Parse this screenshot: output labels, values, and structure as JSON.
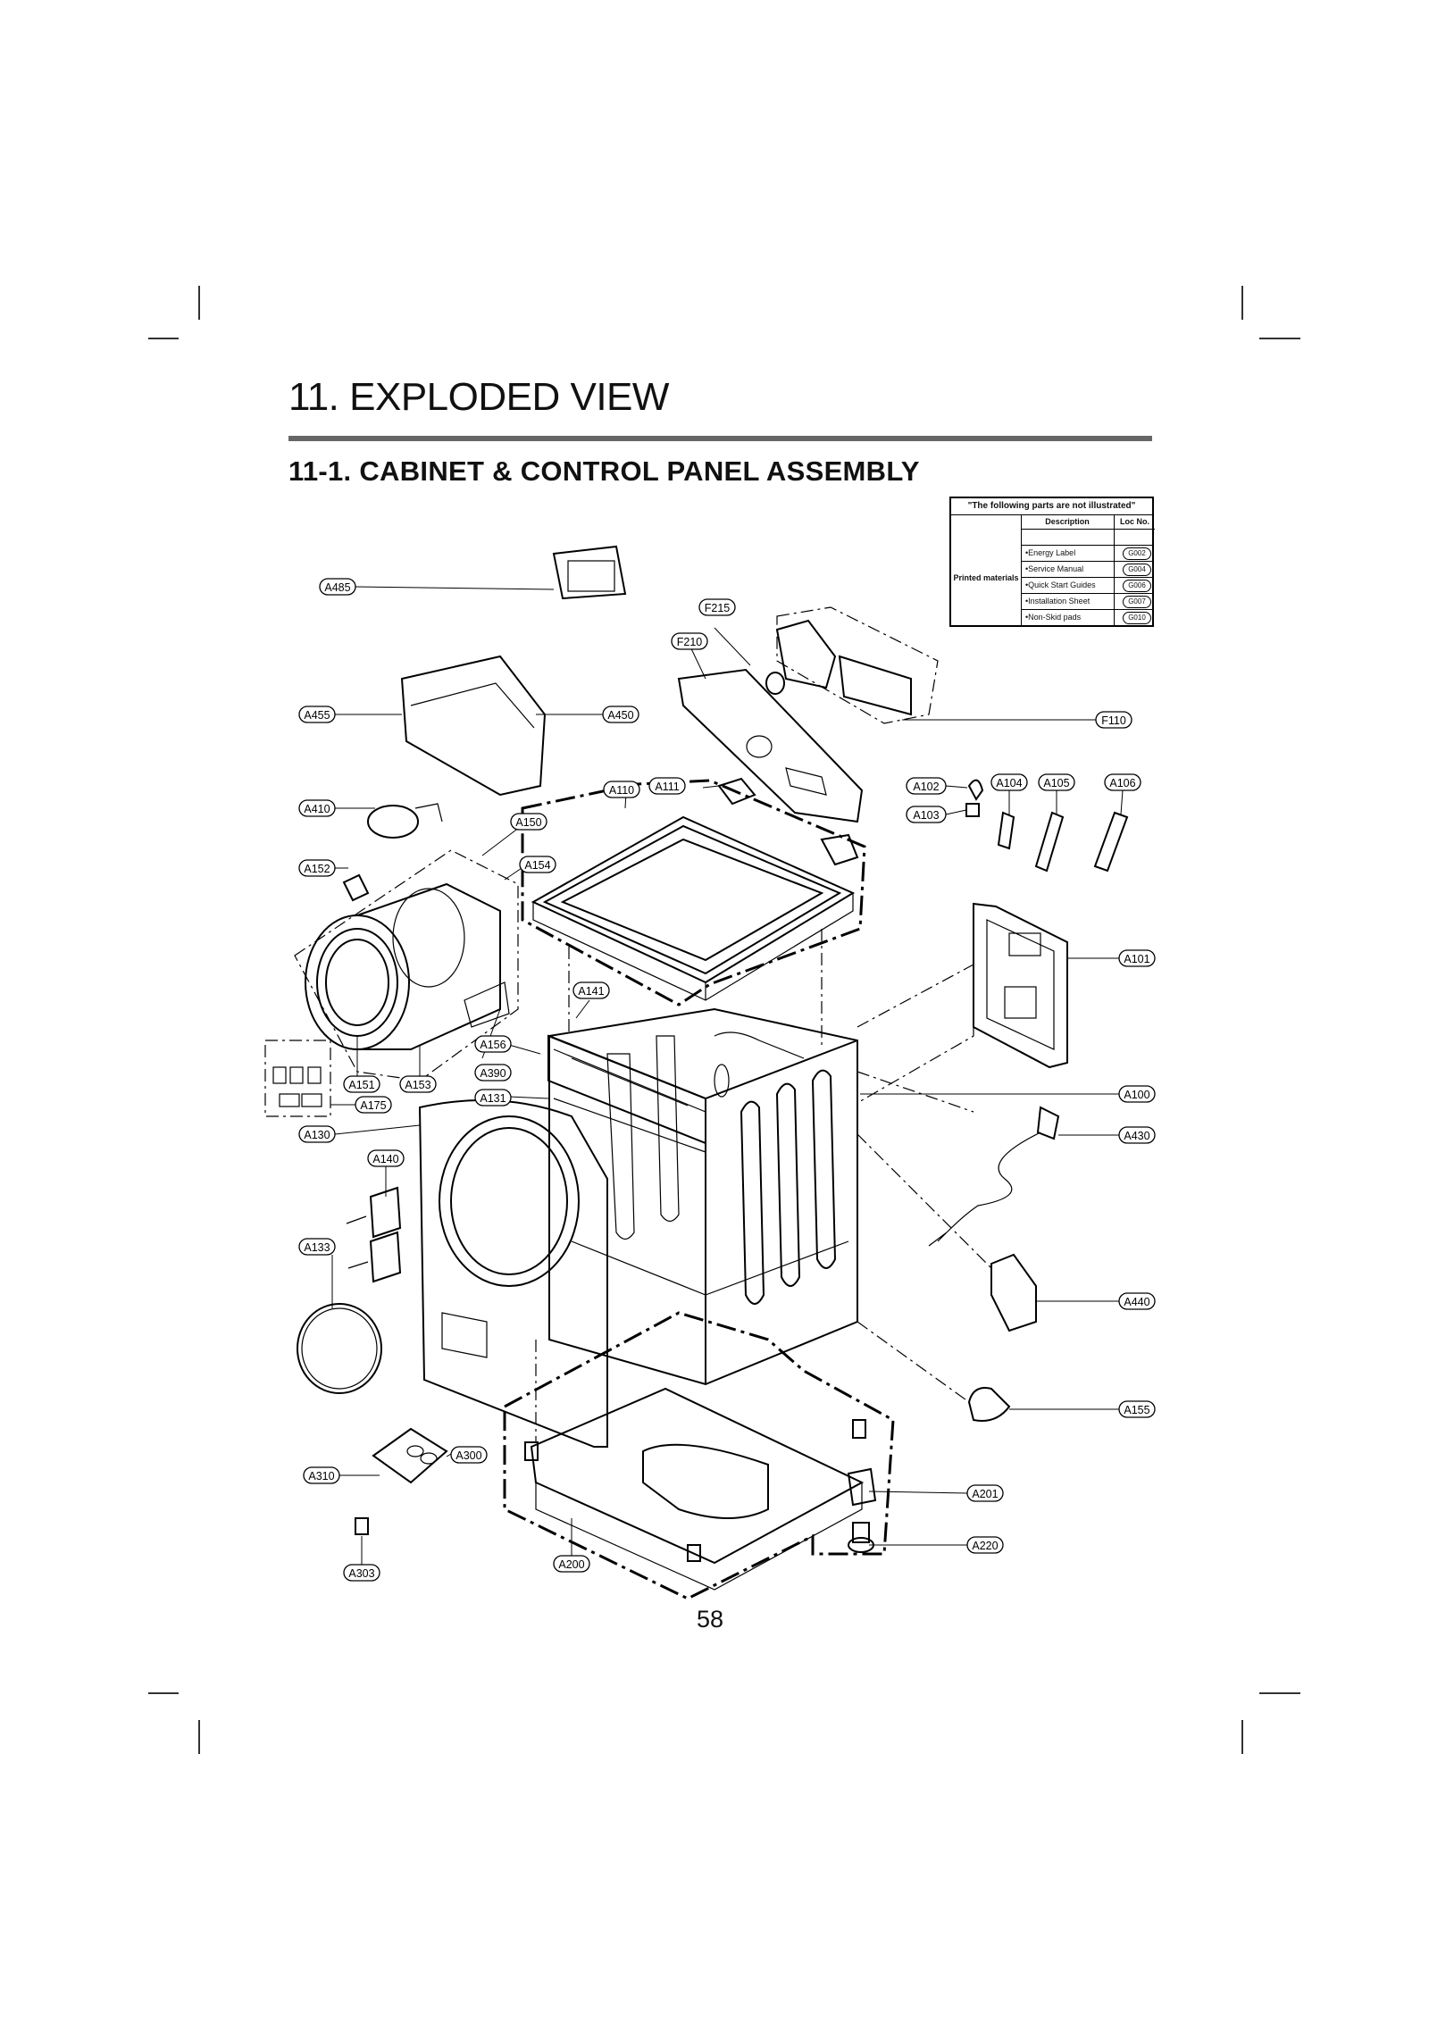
{
  "section_title": "11. EXPLODED VIEW",
  "subsection_title": "11-1. CABINET & CONTROL PANEL ASSEMBLY",
  "not_illustrated_table": {
    "header": "\"The following parts are not illustrated\"",
    "columns": [
      "Description",
      "Loc No."
    ],
    "group_label": "Printed materials",
    "rows": [
      {
        "description": "",
        "loc": ""
      },
      {
        "description": "•Energy Label",
        "loc": "G002"
      },
      {
        "description": "•Service Manual",
        "loc": "G004"
      },
      {
        "description": "•Quick Start Guides",
        "loc": "G006"
      },
      {
        "description": "•Installation Sheet",
        "loc": "G007"
      },
      {
        "description": "•Non-Skid pads",
        "loc": "G010"
      }
    ]
  },
  "callouts": {
    "A485": "A485",
    "F215": "F215",
    "F210": "F210",
    "A455": "A455",
    "A450": "A450",
    "F110": "F110",
    "A110": "A110",
    "A111": "A111",
    "A102": "A102",
    "A104": "A104",
    "A105": "A105",
    "A106": "A106",
    "A103": "A103",
    "A410": "A410",
    "A150": "A150",
    "A152": "A152",
    "A154": "A154",
    "A101": "A101",
    "A141": "A141",
    "A156": "A156",
    "A390": "A390",
    "A151": "A151",
    "A153": "A153",
    "A131": "A131",
    "A175": "A175",
    "A100": "A100",
    "A130": "A130",
    "A430": "A430",
    "A140": "A140",
    "A133": "A133",
    "A440": "A440",
    "A155": "A155",
    "A300": "A300",
    "A310": "A310",
    "A201": "A201",
    "A220": "A220",
    "A200": "A200",
    "A303": "A303"
  },
  "page_number": "58"
}
